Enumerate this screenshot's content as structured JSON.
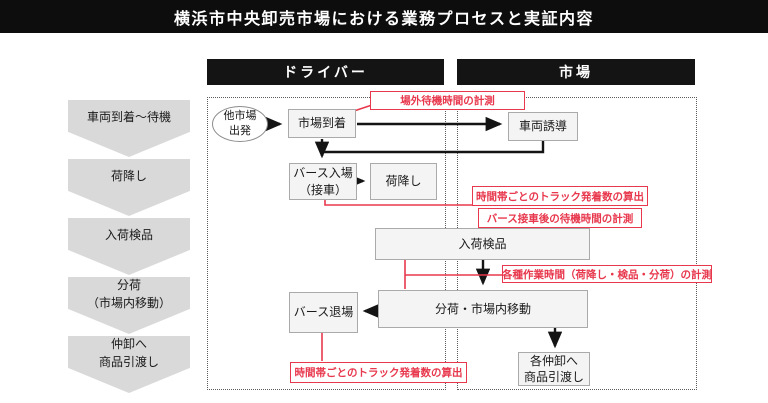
{
  "title": "横浜市中央卸売市場における業務プロセスと実証内容",
  "lanes": {
    "driver": "ドライバー",
    "market": "市場"
  },
  "stages": [
    {
      "label": "車両到着〜待機"
    },
    {
      "label": "荷降し"
    },
    {
      "label": "入荷検品"
    },
    {
      "label": "分荷\n（市場内移動）"
    },
    {
      "label": "仲卸へ\n商品引渡し"
    }
  ],
  "nodes": {
    "depart_other_market": "他市場\n出発",
    "arrive_market": "市場到着",
    "vehicle_guidance": "車両誘導",
    "berth_entry": "バース入場\n（接車）",
    "unloading": "荷降し",
    "inspection": "入荷検品",
    "berth_exit": "バース退場",
    "distribution": "分荷・市場内移動",
    "handover": "各仲卸へ\n商品引渡し"
  },
  "annotations": {
    "offsite_wait": "場外待機時間の計測",
    "truck_count_top": "時間帯ごとのトラック発着数の算出",
    "berth_wait": "バース接車後の待機時間の計測",
    "work_time": "各種作業時間（荷降し・検品・分荷）の計測",
    "truck_count_bottom": "時間帯ごとのトラック発着数の算出"
  },
  "colors": {
    "accent_red": "#e8384d",
    "bar_black": "#0d0d0d",
    "chevron_gray": "#d9d9d9",
    "node_fill": "#f4f4f4"
  }
}
